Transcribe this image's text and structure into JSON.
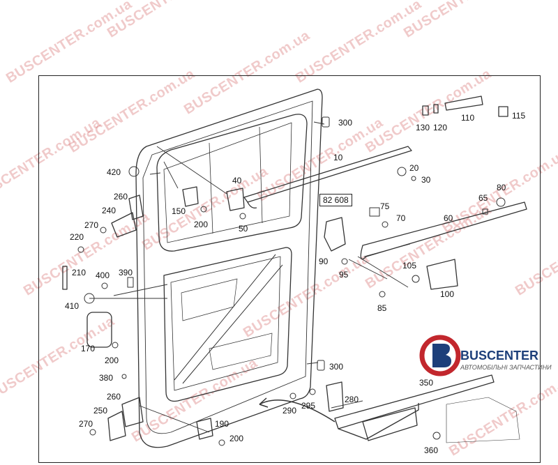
{
  "watermark": {
    "text": "BUSCENTER.com.ua"
  },
  "logo": {
    "name": "BUSCENTER",
    "subtitle": "АВТОМОБІЛЬНІ ЗАПЧАСТИНИ"
  },
  "part_labels": {
    "p300a": "300",
    "p130": "130",
    "p120": "120",
    "p110": "110",
    "p115": "115",
    "p10": "10",
    "p420": "420",
    "p40": "40",
    "p20": "20",
    "p30": "30",
    "p260a": "260",
    "p80": "80",
    "p82": "82 608",
    "p65": "65",
    "p75": "75",
    "p240": "240",
    "p150": "150",
    "p60": "60",
    "p70": "70",
    "p50": "50",
    "p200a": "200",
    "p270a": "270",
    "p220": "220",
    "p90": "90",
    "p105": "105",
    "p95": "95",
    "p210": "210",
    "p400": "400",
    "p390": "390",
    "p100": "100",
    "p85": "85",
    "p410": "410",
    "p170": "170",
    "p200b": "200",
    "p300b": "300",
    "p380": "380",
    "p350": "350",
    "p260b": "260",
    "p290": "290",
    "p295": "295",
    "p280": "280",
    "p250": "250",
    "p270b": "270",
    "p190": "190",
    "p200c": "200",
    "p360": "360"
  }
}
